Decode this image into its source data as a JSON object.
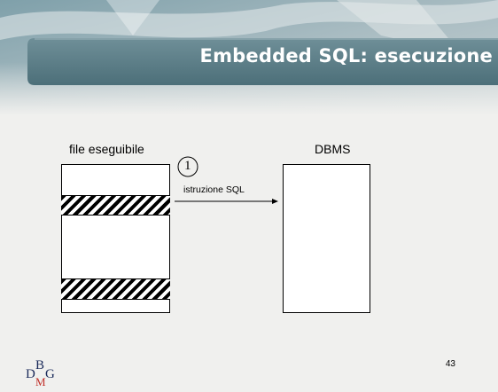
{
  "slide": {
    "title": "Embedded SQL: esecuzione",
    "page_number": "43"
  },
  "diagram": {
    "left_label": "file eseguibile",
    "right_label": "DBMS",
    "step_number": "1",
    "arrow_label": "istruzione SQL"
  },
  "logo": {
    "letters": [
      "D",
      "B",
      "M",
      "G"
    ],
    "colors": {
      "dark": "#1a2a5a",
      "accent": "#c0302a"
    }
  },
  "colors": {
    "title_bar": "#5b7e88",
    "title_text": "#ffffff",
    "background": "#f0f0ee"
  }
}
